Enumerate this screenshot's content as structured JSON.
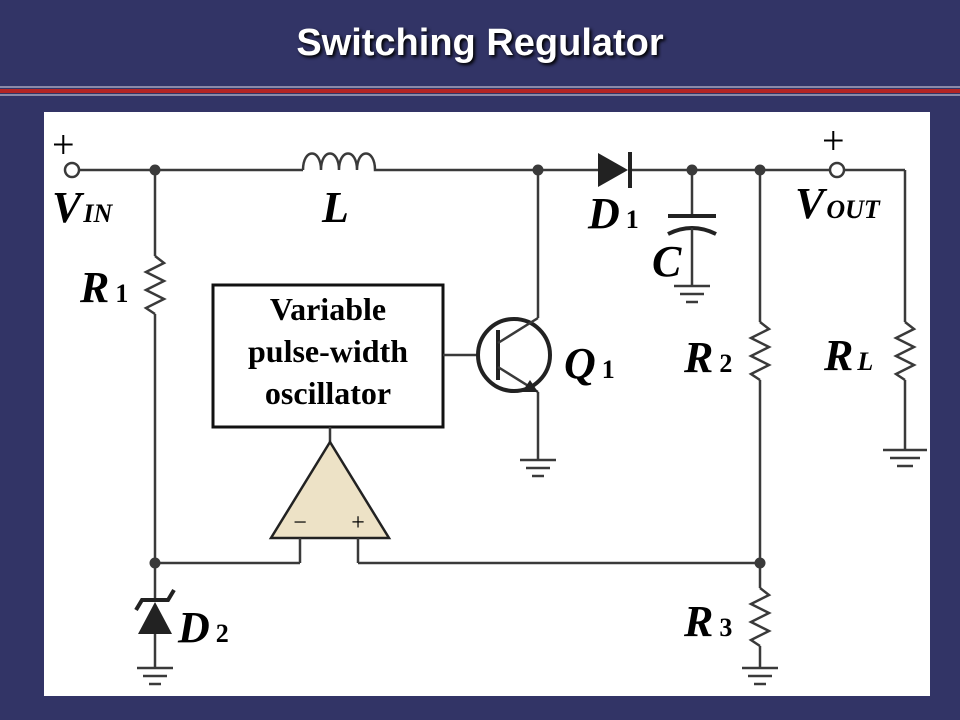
{
  "slide": {
    "title": "Switching Regulator"
  },
  "circuit": {
    "oscillator_box": {
      "line1": "Variable",
      "line2": "pulse-width",
      "line3": "oscillator"
    },
    "terminals": {
      "input_plus": "+",
      "output_plus": "+"
    },
    "comparator": {
      "minus": "−",
      "plus": "+"
    },
    "labels": {
      "vin": {
        "main": "V",
        "sub": "IN"
      },
      "vout": {
        "main": "V",
        "sub": "OUT"
      },
      "inductor": {
        "main": "L"
      },
      "capacitor": {
        "main": "C"
      },
      "d1": {
        "main": "D",
        "sub": "1"
      },
      "d2": {
        "main": "D",
        "sub": "2"
      },
      "r1": {
        "main": "R",
        "sub": "1"
      },
      "r2": {
        "main": "R",
        "sub": "2"
      },
      "r3": {
        "main": "R",
        "sub": "3"
      },
      "rl": {
        "main": "R",
        "sub": "L"
      },
      "q1": {
        "main": "Q",
        "sub": "1"
      }
    }
  },
  "colors": {
    "background": "#323466",
    "accent_line": "#b32424",
    "comparator_fill": "#ede2c6",
    "wire": "#3a3a3a"
  }
}
